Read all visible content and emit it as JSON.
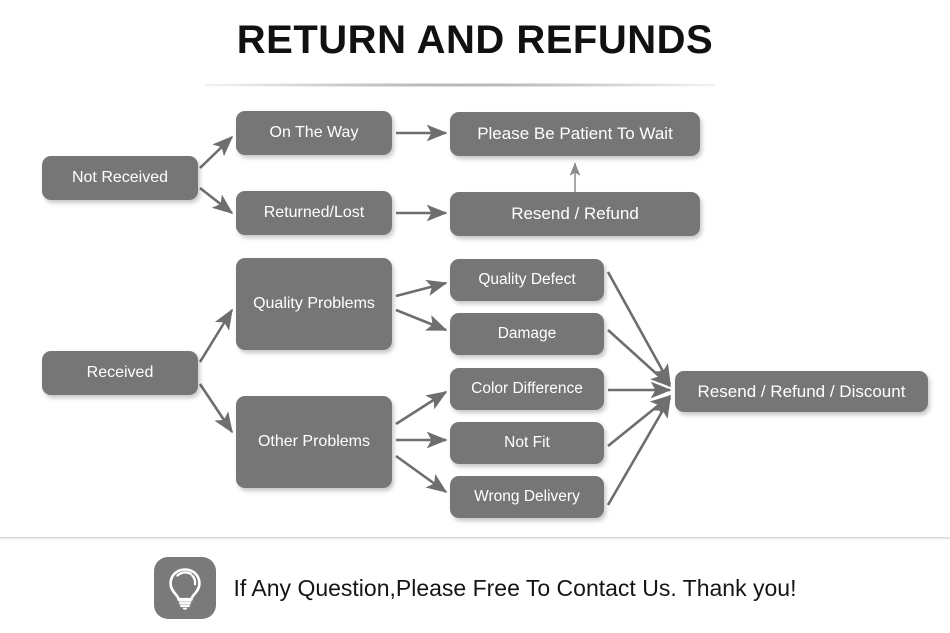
{
  "page": {
    "title": "RETURN AND REFUNDS",
    "background_color": "#ffffff",
    "node_fill_color": "#767676",
    "node_text_color": "#ffffff",
    "arrow_color": "#6e6e6e"
  },
  "flow": {
    "branch_not_received": {
      "root": "Not Received",
      "stages": [
        {
          "label": "On The Way",
          "outcome": "Please Be Patient To Wait"
        },
        {
          "label": "Returned/Lost",
          "outcome": "Resend / Refund"
        }
      ]
    },
    "branch_received": {
      "root": "Received",
      "categories": [
        {
          "label": "Quality Problems",
          "issues": [
            "Quality Defect",
            "Damage"
          ]
        },
        {
          "label": "Other Problems",
          "issues": [
            "Color Difference",
            "Not Fit",
            "Wrong Delivery"
          ]
        }
      ],
      "outcome": "Resend / Refund / Discount"
    }
  },
  "nodes": {
    "not_received": "Not Received",
    "on_the_way": "On The Way",
    "returned_lost": "Returned/Lost",
    "please_be_patient": "Please Be Patient To Wait",
    "resend_refund": "Resend / Refund",
    "received": "Received",
    "quality_problems": "Quality Problems",
    "other_problems": "Other Problems",
    "quality_defect": "Quality Defect",
    "damage": "Damage",
    "color_difference": "Color Difference",
    "not_fit": "Not Fit",
    "wrong_delivery": "Wrong Delivery",
    "resend_refund_discount": "Resend / Refund / Discount"
  },
  "footer": {
    "icon": "lightbulb-icon",
    "text": "If Any Question,Please Free To Contact Us. Thank you!"
  }
}
